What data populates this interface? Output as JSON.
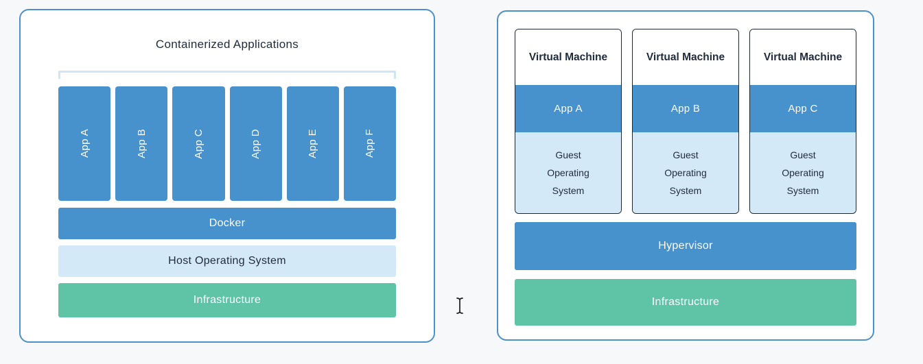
{
  "left_panel": {
    "title": "Containerized Applications",
    "apps": [
      "App A",
      "App B",
      "App C",
      "App D",
      "App E",
      "App F"
    ],
    "layers": [
      {
        "label": "Docker",
        "type": "blue"
      },
      {
        "label": "Host Operating System",
        "type": "light"
      },
      {
        "label": "Infrastructure",
        "type": "green"
      }
    ]
  },
  "right_panel": {
    "vms": [
      {
        "title": "Virtual Machine",
        "app": "App A",
        "os": "Guest Operating System"
      },
      {
        "title": "Virtual Machine",
        "app": "App B",
        "os": "Guest Operating System"
      },
      {
        "title": "Virtual Machine",
        "app": "App C",
        "os": "Guest Operating System"
      }
    ],
    "layers": [
      {
        "label": "Hypervisor",
        "type": "blue"
      },
      {
        "label": "Infrastructure",
        "type": "green"
      }
    ]
  },
  "cursor": {
    "icon": "text-cursor"
  },
  "colors": {
    "panel_border": "#4e90ca",
    "blue_fill": "#4791cd",
    "light_blue_fill": "#d4e9f7",
    "green_fill": "#5fc3a6",
    "dark_text": "#1f2b3d",
    "bracket": "#cfe6f6",
    "vm_border": "#1c2534",
    "page_background": "#f7f8f9"
  }
}
